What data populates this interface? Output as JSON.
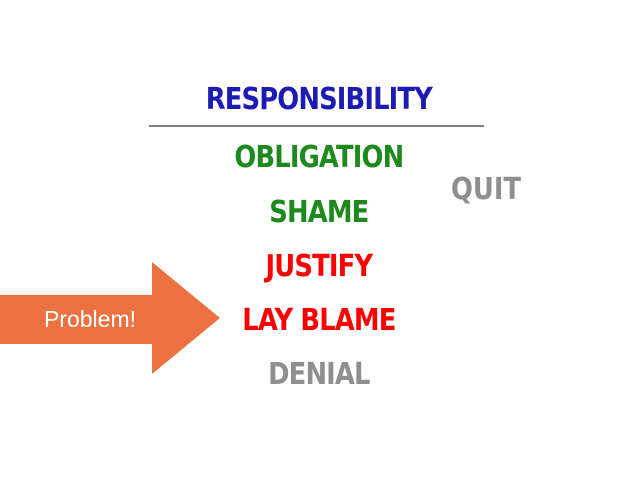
{
  "title": {
    "text": "RESPONSIBILITY",
    "color": "#1c1cb4"
  },
  "levels": [
    {
      "text": "OBLIGATION",
      "color": "#1e8a1e"
    },
    {
      "text": "SHAME",
      "color": "#1e8a1e"
    },
    {
      "text": "JUSTIFY",
      "color": "#ff0000"
    },
    {
      "text": "LAY BLAME",
      "color": "#ff0000"
    },
    {
      "text": "DENIAL",
      "color": "#8f8f8f"
    }
  ],
  "side_label": {
    "text": "QUIT",
    "color": "#8f8f8f"
  },
  "callout": {
    "text": "Problem!",
    "fill": "#ed7140",
    "text_color": "#ffffff"
  },
  "divider_color": "#7f7f7f"
}
